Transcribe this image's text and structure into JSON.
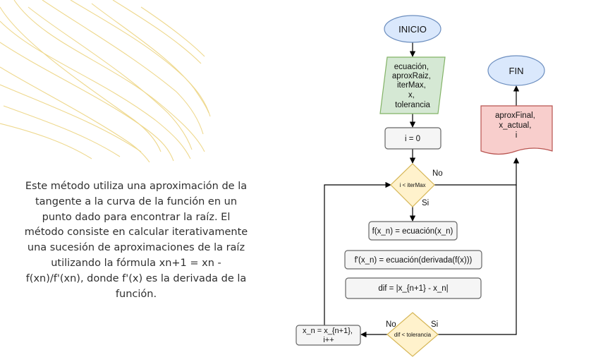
{
  "description": "Este método utiliza una aproximación de la tangente a la curva de la función en un punto dado para encontrar la raíz. El método consiste en calcular iterativamente una sucesión de aproximaciones de la raíz utilizando la fórmula xn+1 = xn - f(xn)/f'(xn), donde f'(x) es la derivada de la función.",
  "flowchart": {
    "start": "INICIO",
    "inputs": [
      "ecuación,",
      "aproxRaiz,",
      "iterMax,",
      "x,",
      "tolerancia"
    ],
    "init": "i = 0",
    "loop_condition": "i < iterMax",
    "loop_no": "No",
    "loop_yes": "Si",
    "step_fx": "f(x_n) = ecuación(x_n)",
    "step_dfx": "f'(x_n) = ecuación(derivada(f(x)))",
    "step_dif": "dif = |x_{n+1} - x_n|",
    "tol_condition": "dif < tolerancia",
    "tol_no": "No",
    "tol_yes": "Si",
    "update": [
      "x_n =  x_{n+1},",
      "i++"
    ],
    "outputs": [
      "aproxFinal,",
      "x_actual,",
      "i"
    ],
    "end": "FIN"
  },
  "colors": {
    "terminal_fill": "#dae8fc",
    "terminal_stroke": "#6c8ebf",
    "input_fill": "#d5e8d4",
    "input_stroke": "#82b366",
    "process_fill": "#f5f5f5",
    "process_stroke": "#666666",
    "decision_fill": "#fff2cc",
    "decision_stroke": "#d6b656",
    "output_fill": "#f8cecc",
    "output_stroke": "#b85450",
    "decor": "#ecd27a"
  }
}
